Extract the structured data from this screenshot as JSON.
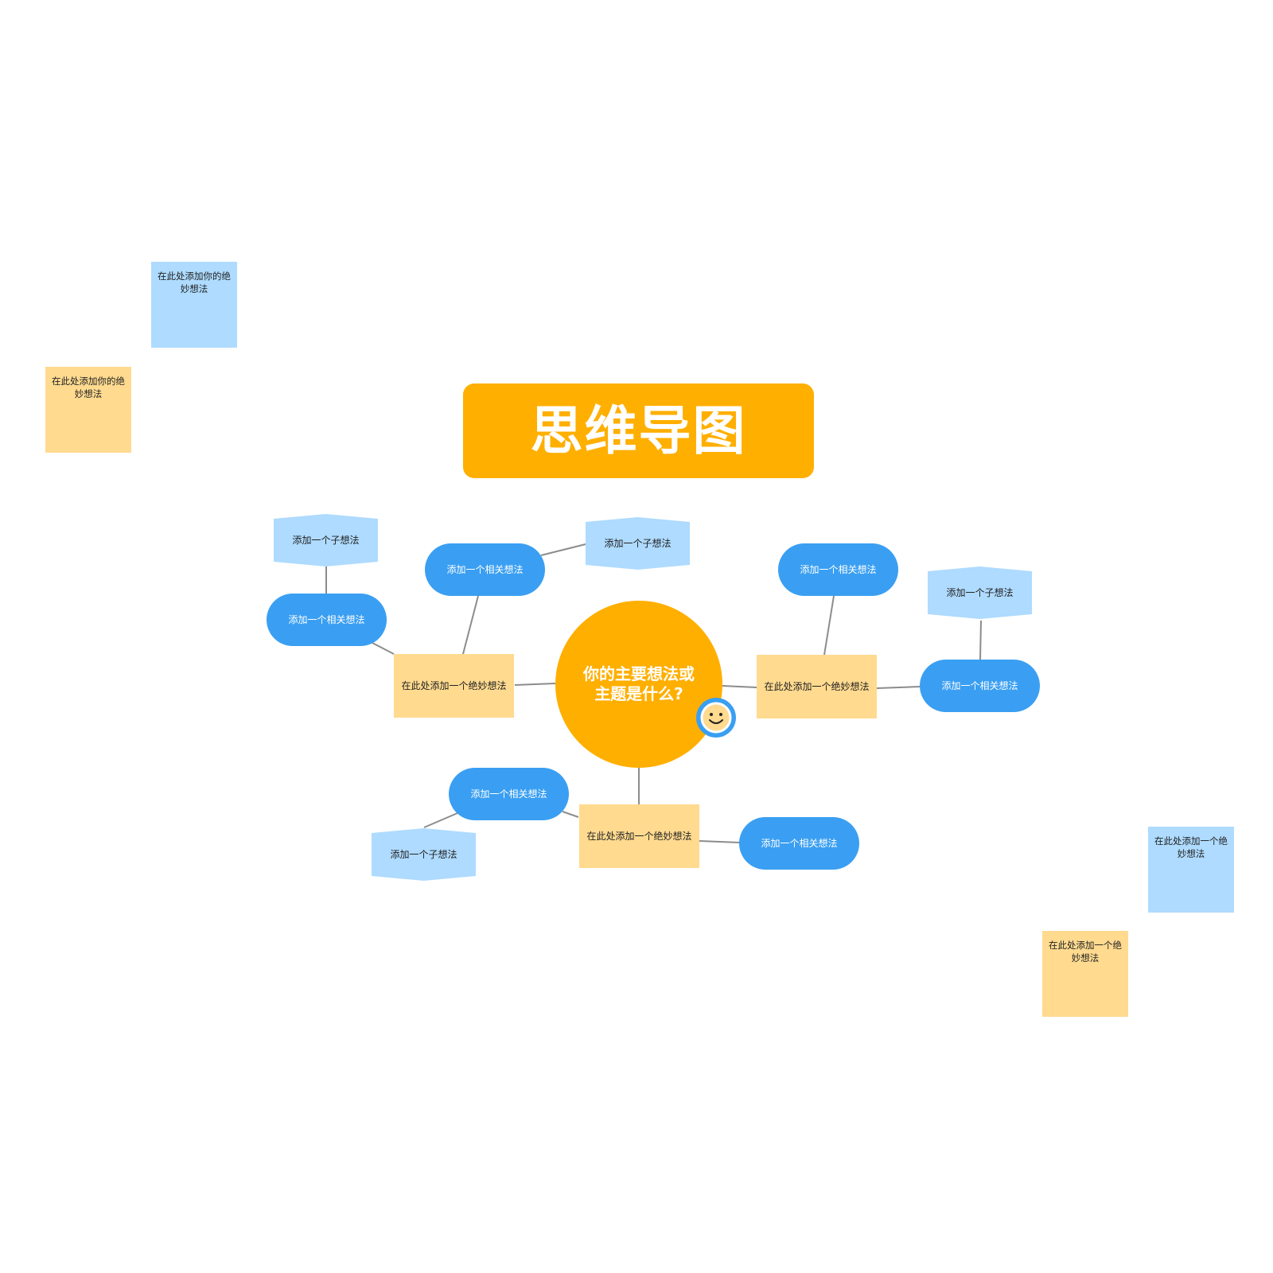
{
  "title": "思维导图",
  "central_topic": {
    "line1": "你的主要想法或",
    "line2": "主题是什么?"
  },
  "branches": {
    "left": {
      "idea": "在此处添加一个绝妙想法",
      "related_top": "添加一个相关想法",
      "related_left": "添加一个相关想法",
      "sub_top_left": "添加一个子想法",
      "sub_top_right": "添加一个子想法"
    },
    "right": {
      "idea": "在此处添加一个绝妙想法",
      "related_top": "添加一个相关想法",
      "related_right": "添加一个相关想法",
      "sub": "添加一个子想法"
    },
    "bottom": {
      "idea": "在此处添加一个绝妙想法",
      "related_left": "添加一个相关想法",
      "related_right": "添加一个相关想法",
      "sub": "添加一个子想法"
    }
  },
  "sticky_notes": [
    {
      "text": "在此处添加你的绝妙想法",
      "color": "#AEDBFF"
    },
    {
      "text": "在此处添加你的绝妙想法",
      "color": "#FFDA8F"
    },
    {
      "text": "在此处添加一个绝妙想法",
      "color": "#AEDBFF"
    },
    {
      "text": "在此处添加一个绝妙想法",
      "color": "#FFDA8F"
    }
  ],
  "colors": {
    "orange": "#FFAF00",
    "blue": "#3A9FF2",
    "light_blue": "#AEDBFF",
    "light_yellow": "#FFDA8F",
    "connector": "#8C8C8C"
  },
  "icons": {
    "central_badge": "smiley-face-icon"
  }
}
